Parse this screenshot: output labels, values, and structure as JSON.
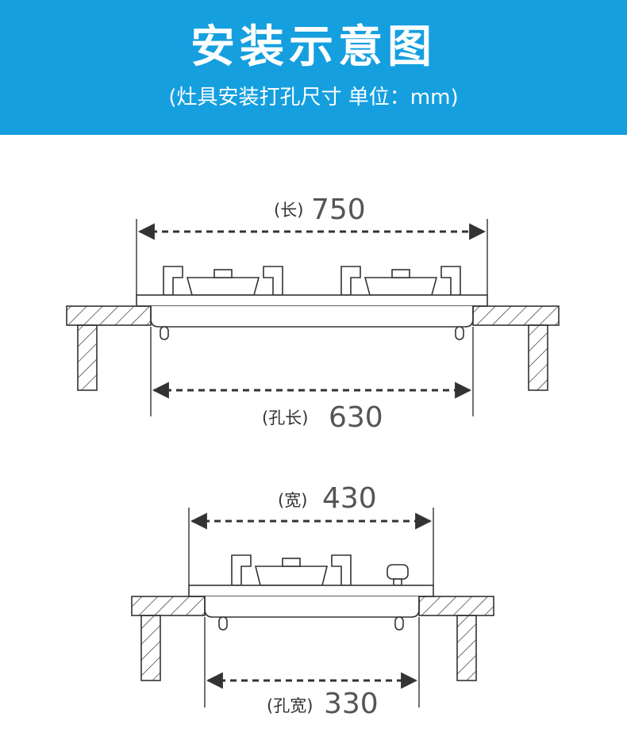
{
  "header": {
    "title": "安装示意图",
    "subtitle": "(灶具安装打孔尺寸  单位：mm)"
  },
  "colors": {
    "header_bg": "#159fdf",
    "line": "#333333",
    "label": "#555555"
  },
  "top_view": {
    "length_label": "(长)",
    "length_value": "750",
    "hole_length_label": "(孔长)",
    "hole_length_value": "630"
  },
  "side_view": {
    "width_label": "(宽)",
    "width_value": "430",
    "hole_width_label": "(孔宽)",
    "hole_width_value": "330"
  }
}
